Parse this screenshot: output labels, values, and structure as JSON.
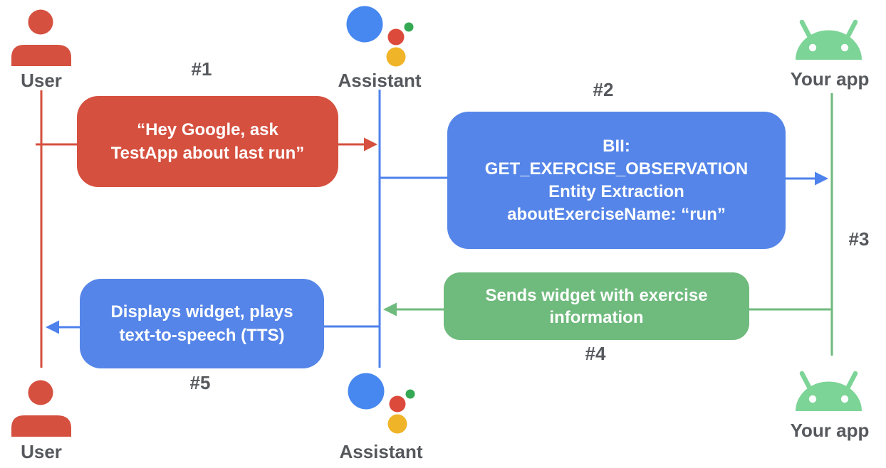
{
  "colors": {
    "red": "#D5503F",
    "blue": "#5585E8",
    "blue_line": "#4E82EC",
    "green": "#6FBA7D",
    "android_green": "#7CD496",
    "assistant_blue": "#4687F0",
    "assistant_green": "#34A853",
    "assistant_red": "#DB4A3B",
    "assistant_yellow": "#F0B428",
    "label_gray": "#55585C",
    "box_text": "#FFFFFF"
  },
  "actors": {
    "user_top": {
      "label": "User",
      "icon": "person-icon"
    },
    "assistant_top": {
      "label": "Assistant",
      "icon": "google-assistant-icon"
    },
    "app_top": {
      "label": "Your app",
      "icon": "android-robot-icon"
    },
    "user_bottom": {
      "label": "User",
      "icon": "person-icon"
    },
    "assistant_bottom": {
      "label": "Assistant",
      "icon": "google-assistant-icon"
    },
    "app_bottom": {
      "label": "Your app",
      "icon": "android-robot-icon"
    }
  },
  "steps": [
    {
      "id": "#1",
      "message": "“Hey Google, ask\nTestApp about last run”",
      "from": "User",
      "to": "Assistant",
      "color": "red"
    },
    {
      "id": "#2",
      "message": "BII:\nGET_EXERCISE_OBSERVATION\nEntity Extraction\naboutExerciseName: “run”",
      "from": "Assistant",
      "to": "Your app",
      "color": "blue"
    },
    {
      "id": "#3",
      "message": "",
      "from": "Your app",
      "to": "Your app",
      "color": "green"
    },
    {
      "id": "#4",
      "message": "Sends widget with exercise\ninformation",
      "from": "Your app",
      "to": "Assistant",
      "color": "green"
    },
    {
      "id": "#5",
      "message": "Displays widget, plays\ntext-to-speech (TTS)",
      "from": "Assistant",
      "to": "User",
      "color": "blue"
    }
  ]
}
